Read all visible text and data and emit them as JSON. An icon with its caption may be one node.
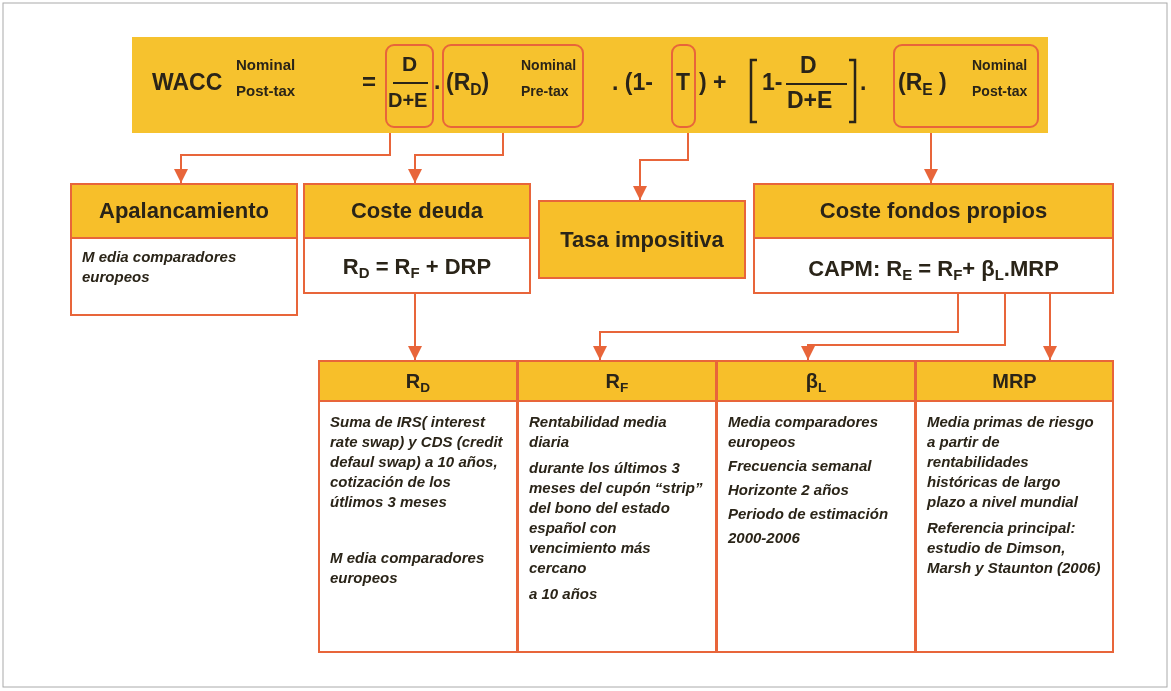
{
  "diagram": {
    "nodes": [
      {
        "text": [
          "WACC",
          "Nominal",
          "Post-tax",
          "=",
          ".",
          ". (1-",
          ") +",
          "1-",
          "D",
          "D+E",
          "."
        ]
      },
      {
        "text": [
          "D",
          "D+E"
        ],
        "in": 0
      },
      {
        "text": [
          "(R$_{D}$)",
          "Nominal",
          "Pre-tax"
        ],
        "in": 0
      },
      {
        "text": [
          "T"
        ],
        "in": 0
      },
      {
        "text": [
          "(R$_{E}$ )",
          "Nominal",
          "Post-tax"
        ],
        "in": 0
      },
      {
        "text": [
          "Apalancamiento",
          "M edia comparadores europeos"
        ]
      },
      {
        "text": [
          "Coste deuda",
          "R$_{D}$ =  R$_{F}$ + DRP"
        ]
      },
      {
        "text": [
          "Tasa impositiva"
        ]
      },
      {
        "text": [
          "Coste fondos propios",
          "CAPM: R$_{E}$ = R$_{F}$+ β$_{L}$.MRP"
        ]
      },
      {
        "text": [
          "R$_{D}$",
          "Suma de IRS( interest rate swap) y CDS (credit defaul swap) a 10 años, cotización de los útlimos 3 meses",
          "M edia comparadores europeos"
        ]
      },
      {
        "text": [
          "R$_{F}$",
          "Rentabilidad media diaria",
          "durante los últimos 3 meses del cupón “strip” del bono del estado español con vencimiento más cercano",
          "a 10 años"
        ]
      },
      {
        "text": [
          "β$_{L}$",
          "Media comparadores europeos",
          "Frecuencia semanal",
          "Horizonte 2 años",
          "Periodo de estimación",
          "2000-2006"
        ]
      },
      {
        "text": [
          "MRP",
          "Media primas de riesgo a partir de rentabilidades históricas de largo plazo a nivel mundial",
          "Referencia principal: estudio de Dimson, Marsh y Staunton (2006)"
        ]
      }
    ],
    "edges": [
      {
        "from": 1,
        "to": 5,
        "arrow": "to"
      },
      {
        "from": 2,
        "to": 6,
        "arrow": "to"
      },
      {
        "from": 3,
        "to": 7,
        "arrow": "to"
      },
      {
        "from": 4,
        "to": 8,
        "arrow": "to"
      },
      {
        "from": 6,
        "to": 9,
        "arrow": "to"
      },
      {
        "from": 8,
        "to": 10,
        "arrow": "to"
      },
      {
        "from": 8,
        "to": 11,
        "arrow": "to"
      },
      {
        "from": 8,
        "to": 12,
        "arrow": "to"
      }
    ]
  }
}
